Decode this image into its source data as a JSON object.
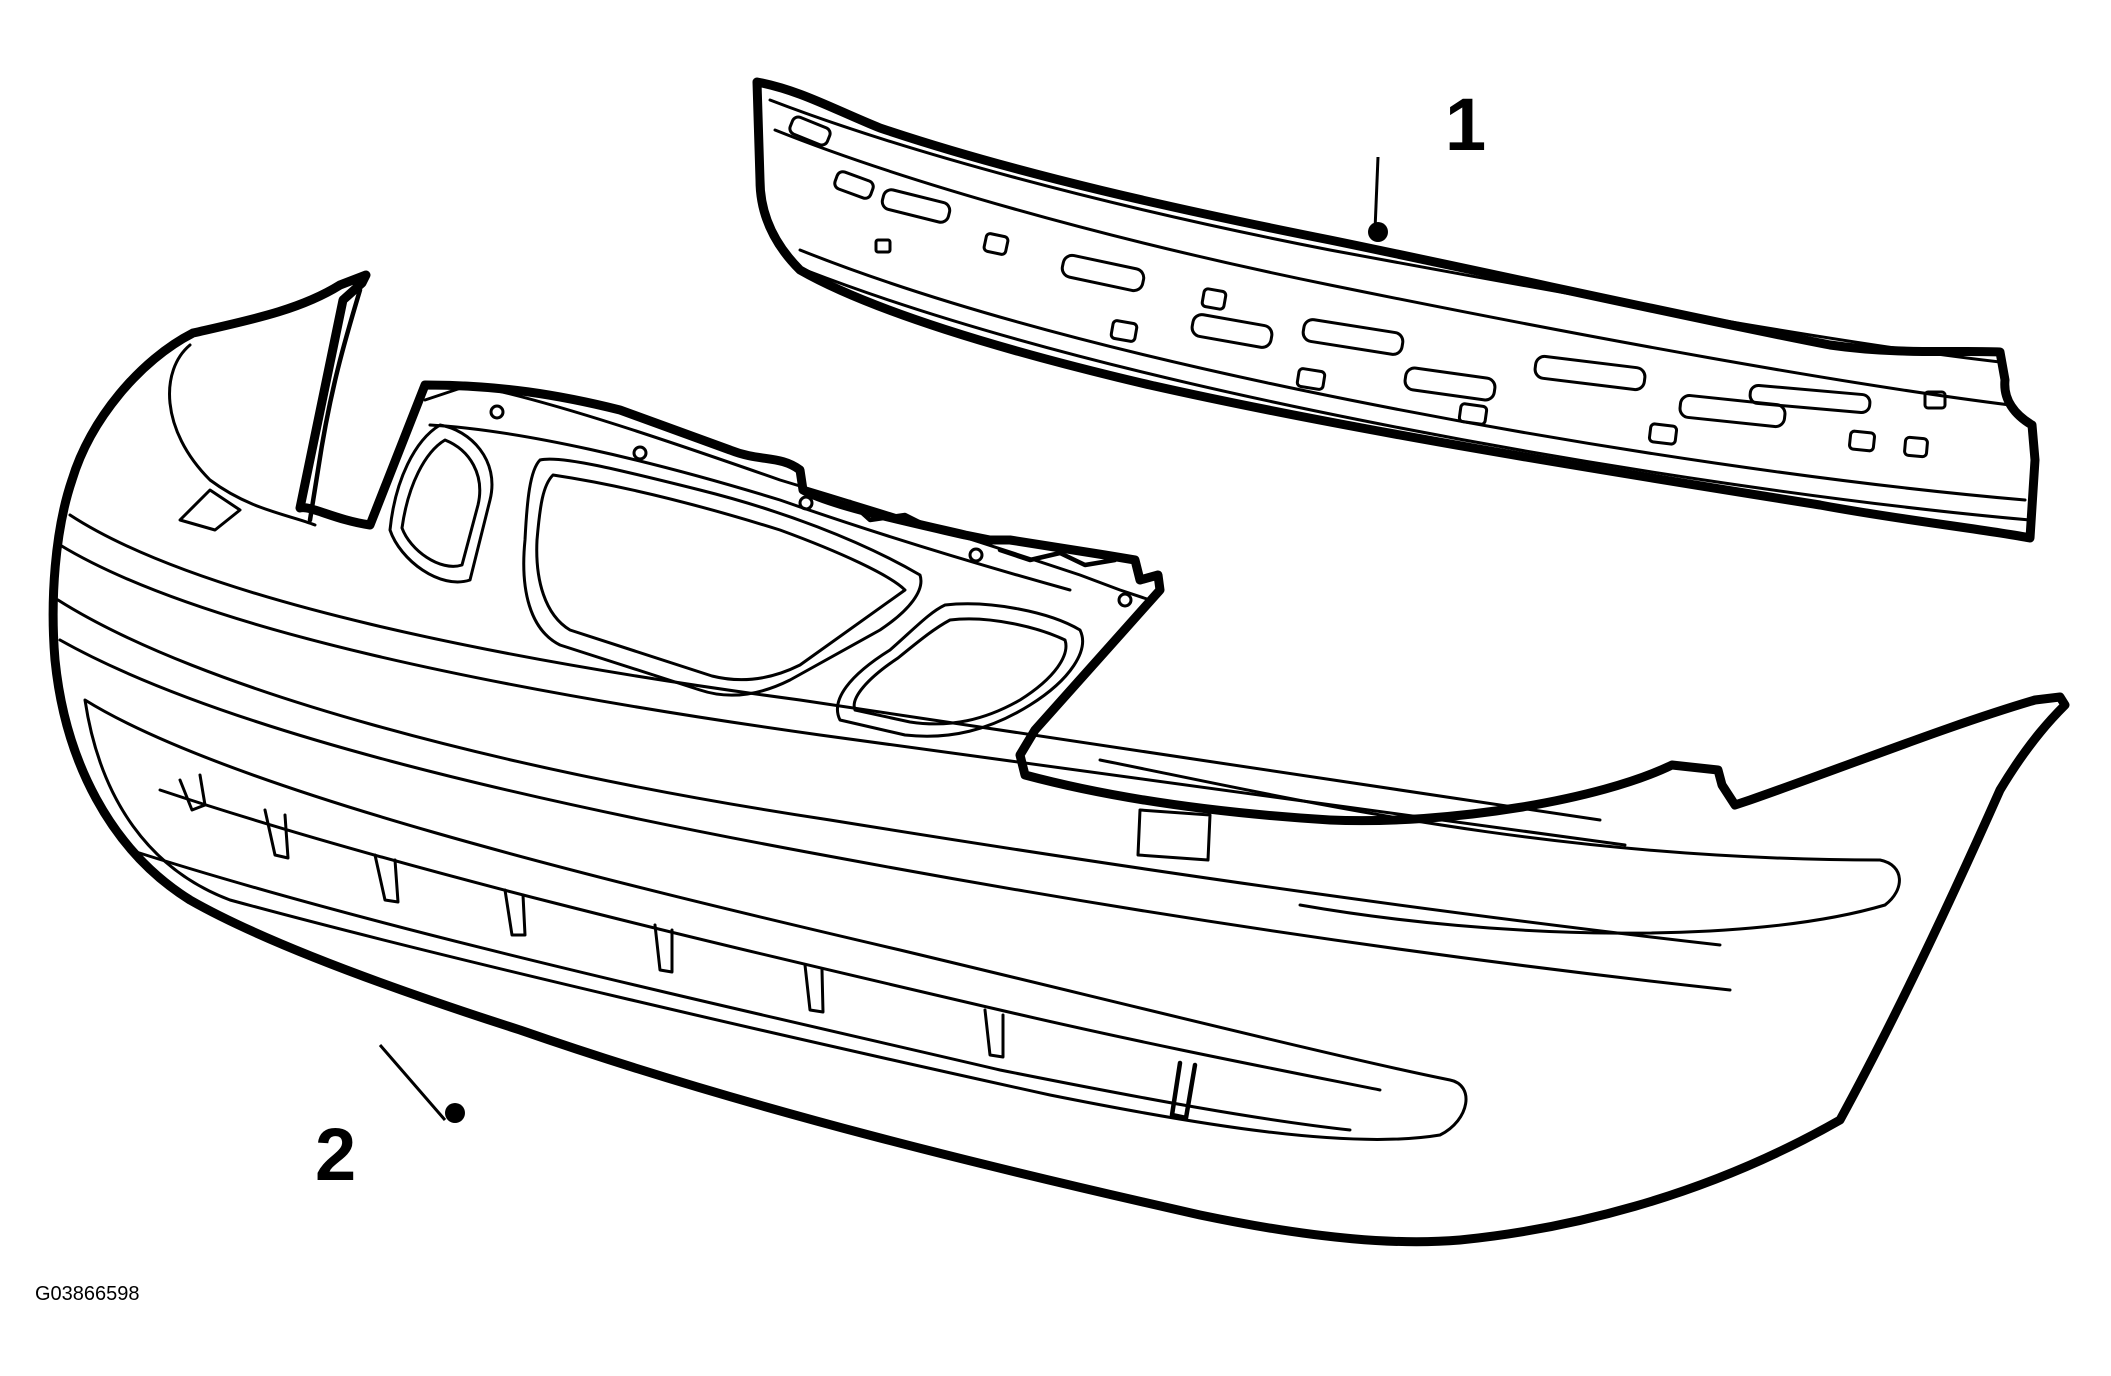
{
  "diagram": {
    "callouts": [
      {
        "id": "1",
        "label": "1"
      },
      {
        "id": "2",
        "label": "2"
      }
    ],
    "figure_id": "G03866598"
  }
}
